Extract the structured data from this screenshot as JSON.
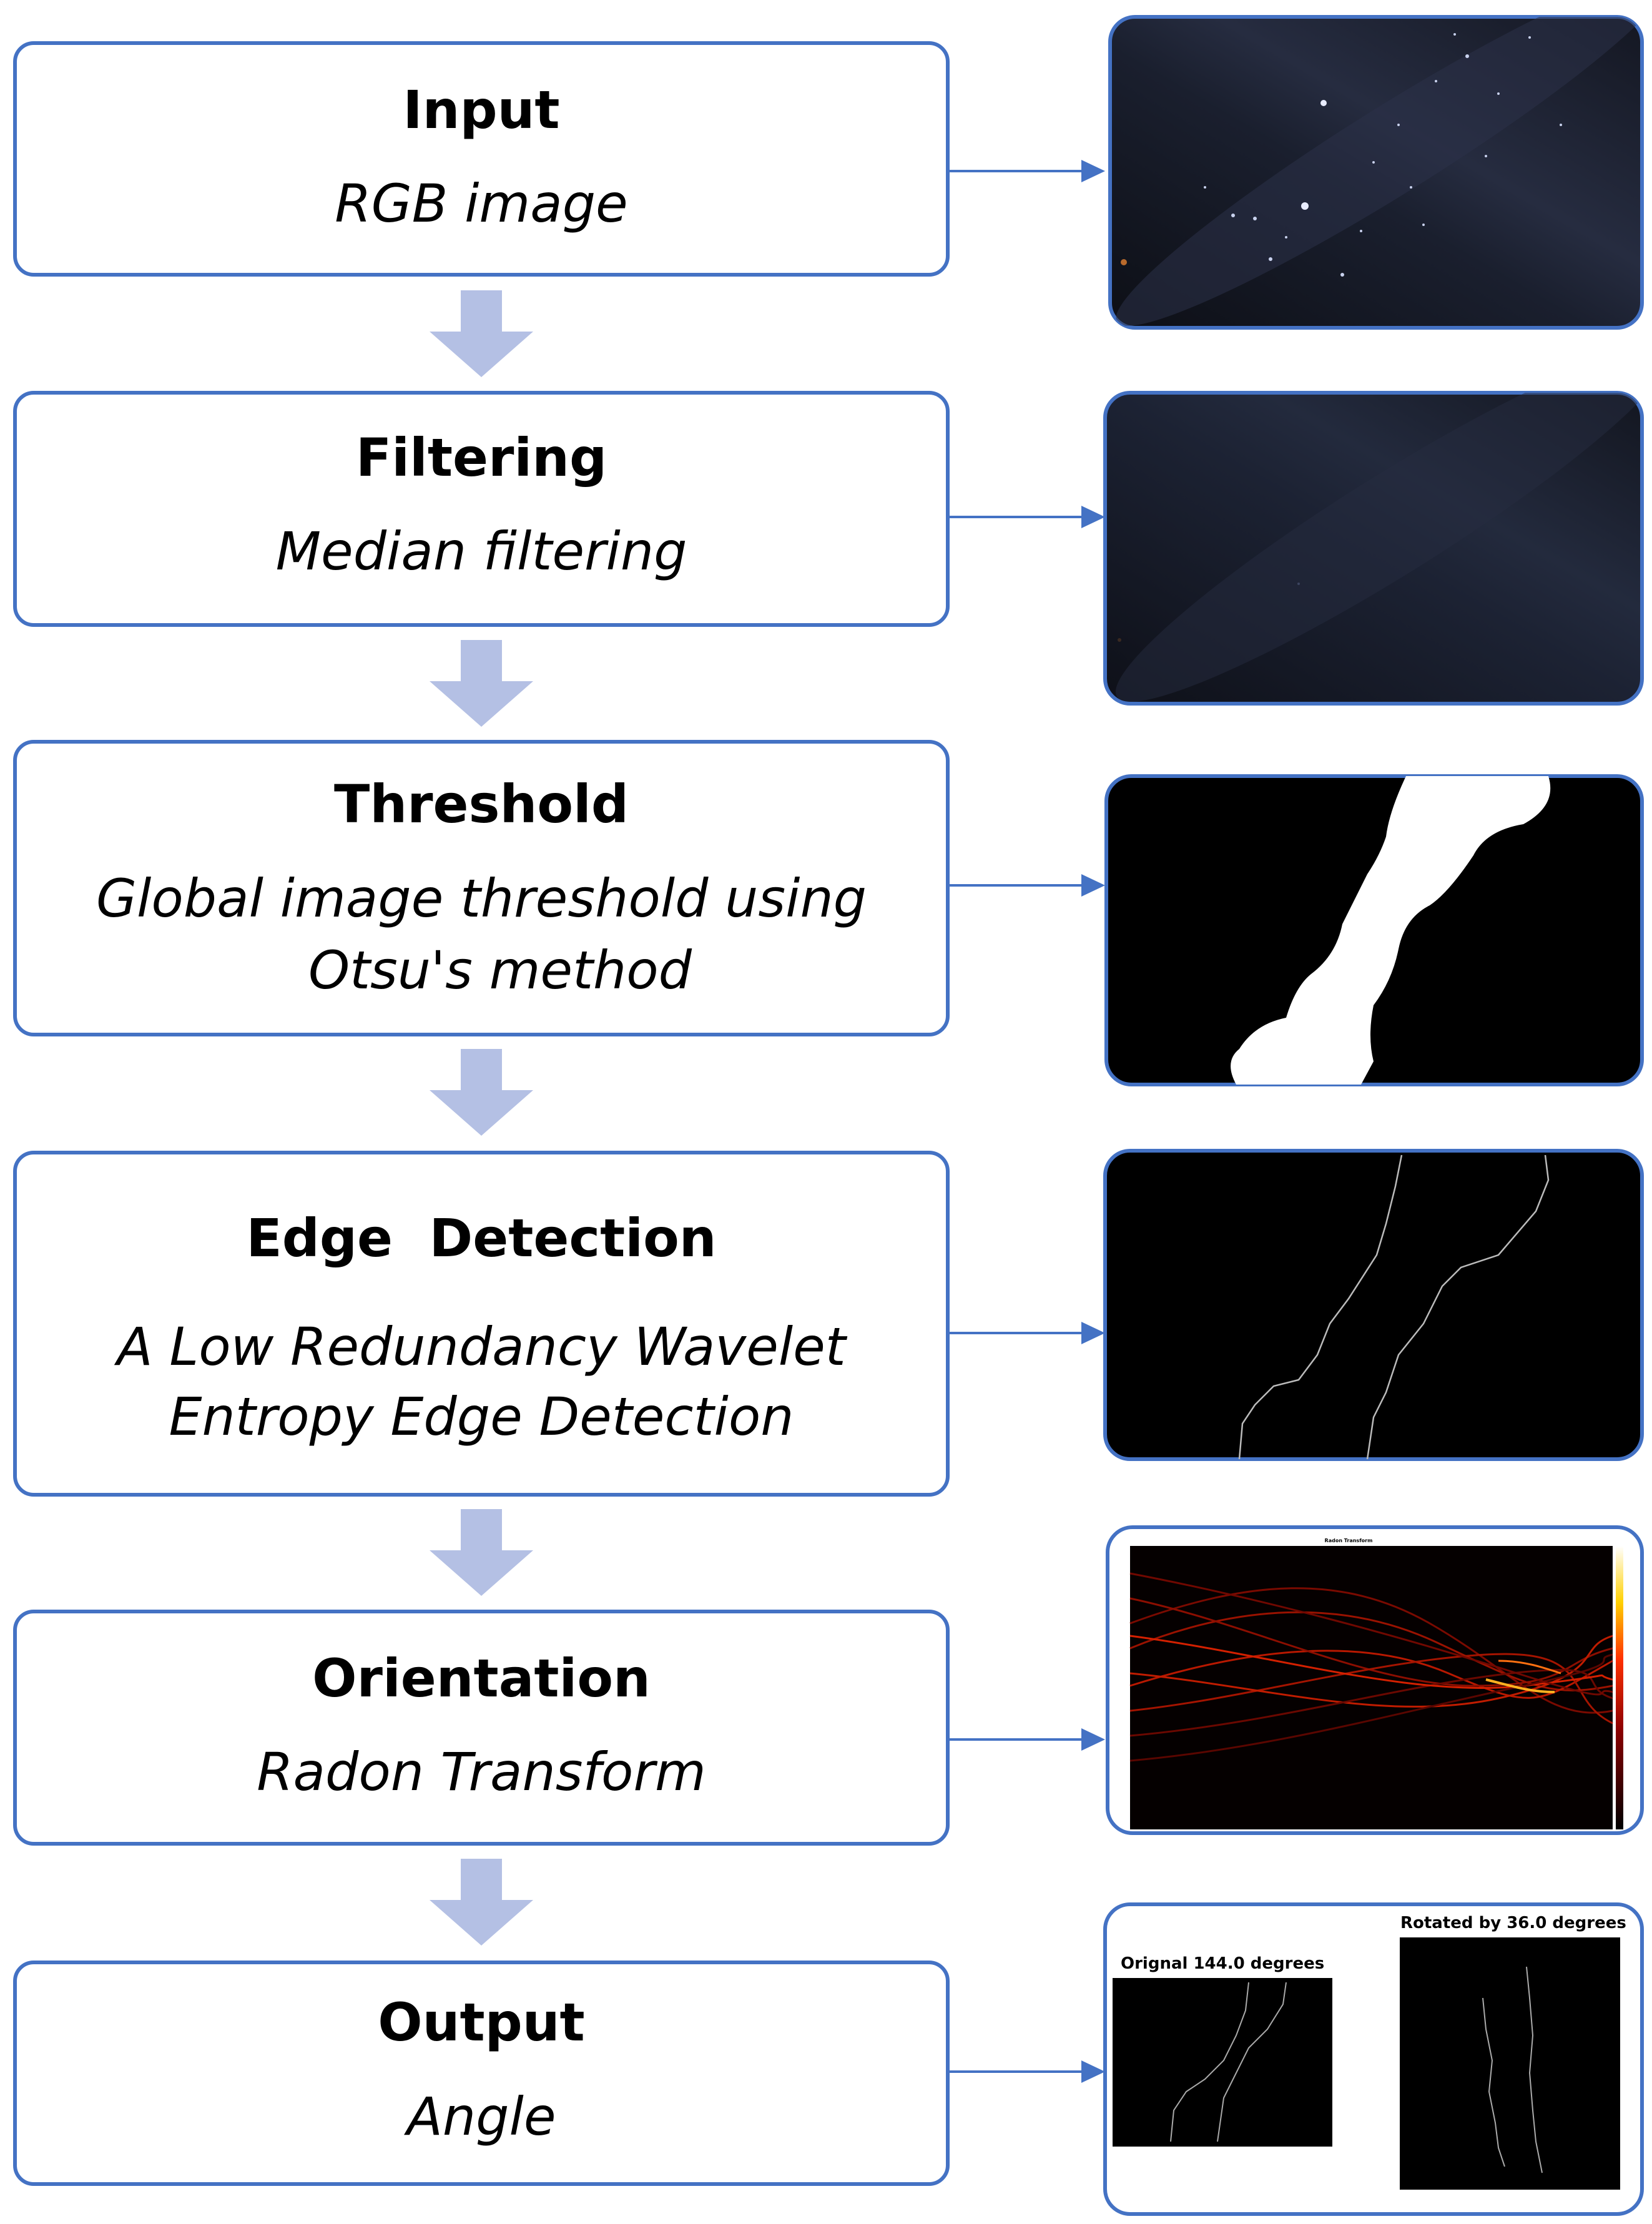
{
  "steps": [
    {
      "title": "Input",
      "subtitle_lines": [
        "RGB image"
      ]
    },
    {
      "title": "Filtering",
      "subtitle_lines": [
        "Median filtering"
      ]
    },
    {
      "title": "Threshold",
      "subtitle_lines": [
        "Global image threshold using",
        "Otsu's method"
      ]
    },
    {
      "title": "Edge  Detection",
      "subtitle_lines": [
        "A Low Redundancy Wavelet",
        "Entropy Edge Detection"
      ]
    },
    {
      "title": "Orientation",
      "subtitle_lines": [
        "Radon Transform"
      ]
    },
    {
      "title": "Output",
      "subtitle_lines": [
        "Angle"
      ]
    }
  ],
  "thumbnails": {
    "radon_title": "Radon Transform",
    "output_left_caption": "Orignal 144.0 degrees",
    "output_right_caption": "Rotated by 36.0 degrees"
  },
  "colors": {
    "box_border": "#4472c4",
    "down_arrow": "#b4c0e4",
    "connector": "#4472c4",
    "night_sky": "#12141d",
    "black": "#000000"
  }
}
